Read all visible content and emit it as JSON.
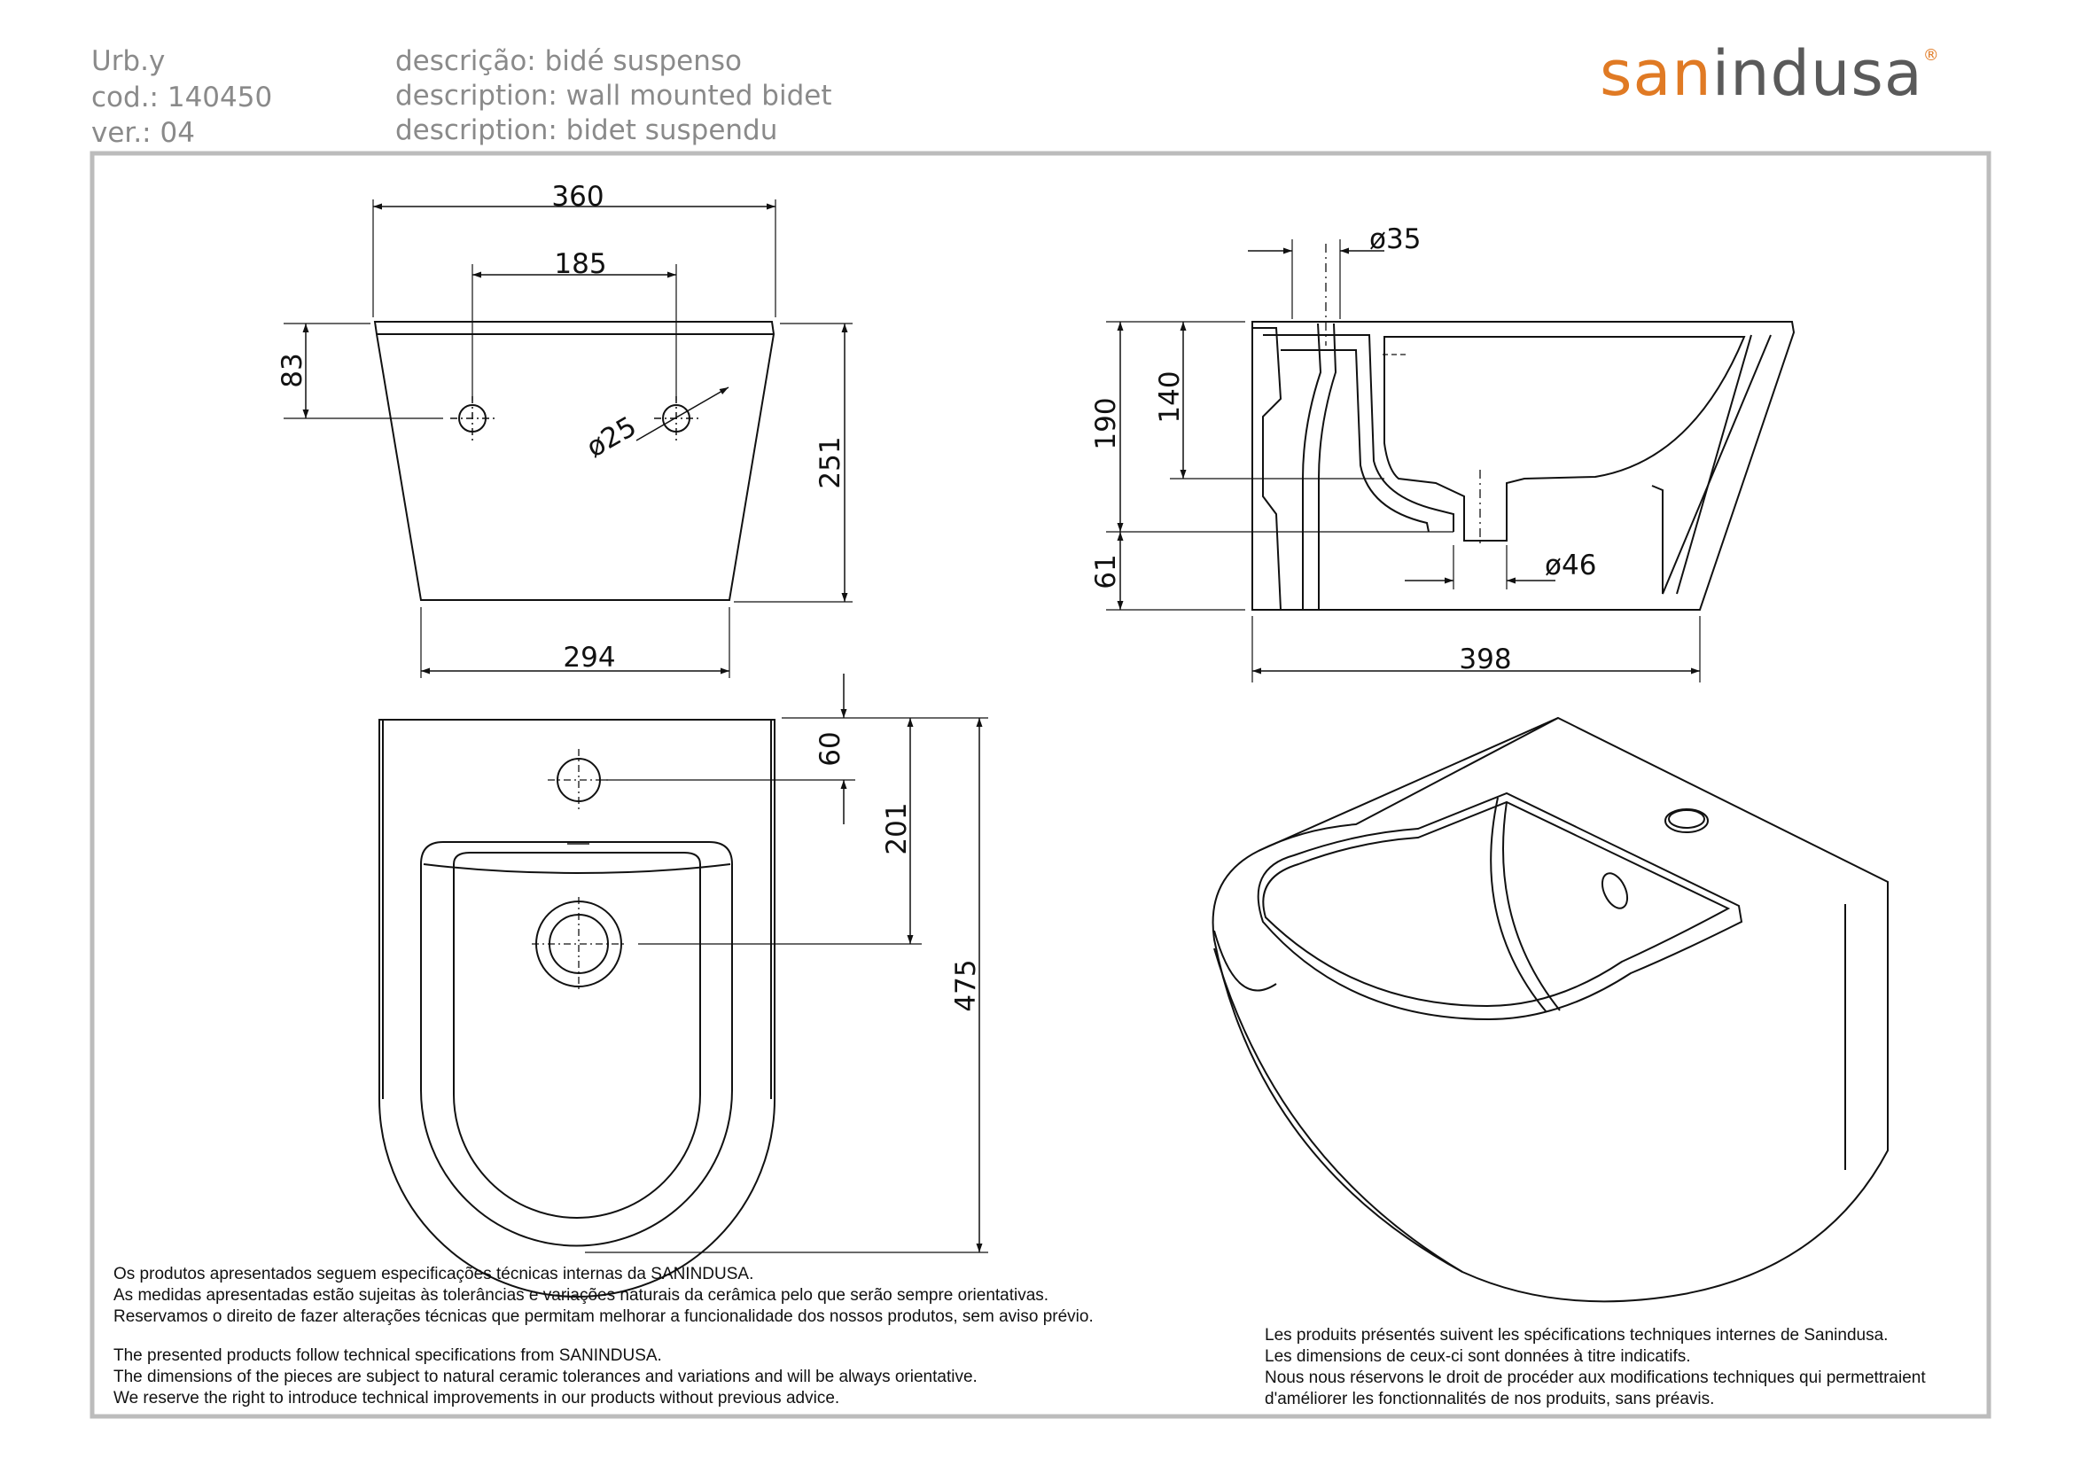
{
  "header": {
    "model": "Urb.y",
    "code": "cod.: 140450",
    "version": "ver.: 04",
    "desc_pt": "descrição: bidé suspenso",
    "desc_en": "description: wall mounted bidet",
    "desc_fr": "description: bidet suspendu"
  },
  "brand": {
    "part1": "san",
    "part2": "indusa",
    "mark": "®",
    "accent_color": "#e07a24",
    "text_color": "#5a5a5a"
  },
  "dimensions": {
    "top_width": "360",
    "tap_spacing": "185",
    "tap_height": "83",
    "tap_hole": "ø25",
    "front_height": "251",
    "bottom_width": "294",
    "inlet_diameter": "ø35",
    "total_height": "190",
    "rim_height": "140",
    "outlet_height": "61",
    "outlet_diameter": "ø46",
    "depth": "398",
    "tap_from_wall": "60",
    "drain_from_wall": "201",
    "length": "475"
  },
  "notes_pt": [
    "Os produtos apresentados seguem especificações técnicas internas da SANINDUSA.",
    "As medidas apresentadas estão sujeitas às tolerâncias e variações naturais da cerâmica pelo que serão sempre orientativas.",
    "Reservamos o direito de fazer alterações técnicas que permitam melhorar a funcionalidade dos nossos produtos, sem aviso prévio."
  ],
  "notes_en": [
    "The presented products follow technical specifications from SANINDUSA.",
    "The dimensions of the pieces are subject to natural ceramic tolerances and variations and will be always orientative.",
    "We reserve the right to introduce technical improvements in our products without previous advice."
  ],
  "notes_fr": [
    "Les produits présentés suivent les spécifications techniques internes de Sanindusa.",
    "Les dimensions de ceux-ci sont données à titre indicatifs.",
    "Nous nous réservons le droit de procéder aux modifications techniques qui permettraient",
    "d'améliorer les fonctionnalités de nos produits, sans préavis."
  ]
}
